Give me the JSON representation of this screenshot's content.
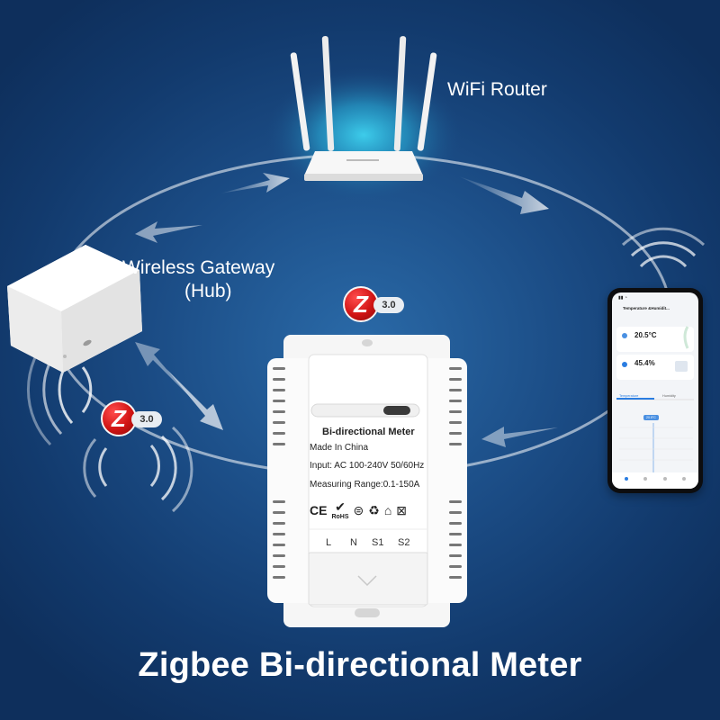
{
  "router": {
    "label": "WiFi Router"
  },
  "gateway": {
    "label": "Wireless Gateway",
    "sublabel": "(Hub)"
  },
  "zigbee_badges": [
    {
      "letter": "Z",
      "version": "3.0"
    },
    {
      "letter": "Z",
      "version": "3.0"
    }
  ],
  "meter": {
    "title": "Bi-directional Meter",
    "made_in": "Made In China",
    "input": "Input: AC 100-240V 50/60Hz",
    "range": "Measuring Range:0.1-150A",
    "cert_ce": "CE",
    "cert_rohs": "RoHS",
    "terminals": [
      "L",
      "N",
      "S1",
      "S2"
    ]
  },
  "phone": {
    "screen_title": "Temperature &Humidit...",
    "temperature": "20.5°C",
    "humidity": "45.4%",
    "tab_temperature": "Temperature",
    "tab_humidity": "Humidity",
    "chart_value": "20.5°C"
  },
  "headline": "Zigbee Bi-directional Meter",
  "colors": {
    "background_center": "#2a6aa8",
    "background_edge": "#0e2f5c",
    "zigbee_red": "#d11414",
    "router_glow": "#3fd3f0"
  }
}
